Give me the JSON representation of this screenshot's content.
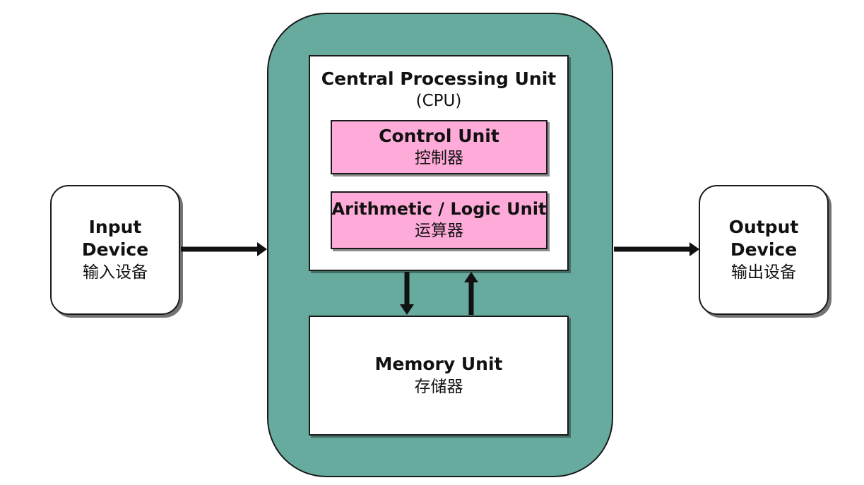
{
  "input_device": {
    "title_line1": "Input",
    "title_line2": "Device",
    "subtitle": "输入设备"
  },
  "output_device": {
    "title_line1": "Output",
    "title_line2": "Device",
    "subtitle": "输出设备"
  },
  "cpu": {
    "title": "Central Processing Unit",
    "abbr": "(CPU)",
    "control_unit": {
      "title": "Control Unit",
      "subtitle": "控制器"
    },
    "alu": {
      "title": "Arithmetic / Logic Unit",
      "subtitle": "运算器"
    }
  },
  "memory_unit": {
    "title": "Memory Unit",
    "subtitle": "存储器"
  },
  "colors": {
    "computer_fill": "#67ab9f",
    "unit_fill": "#ffabd9",
    "box_fill": "#ffffff",
    "stroke": "#1a1a1a"
  }
}
